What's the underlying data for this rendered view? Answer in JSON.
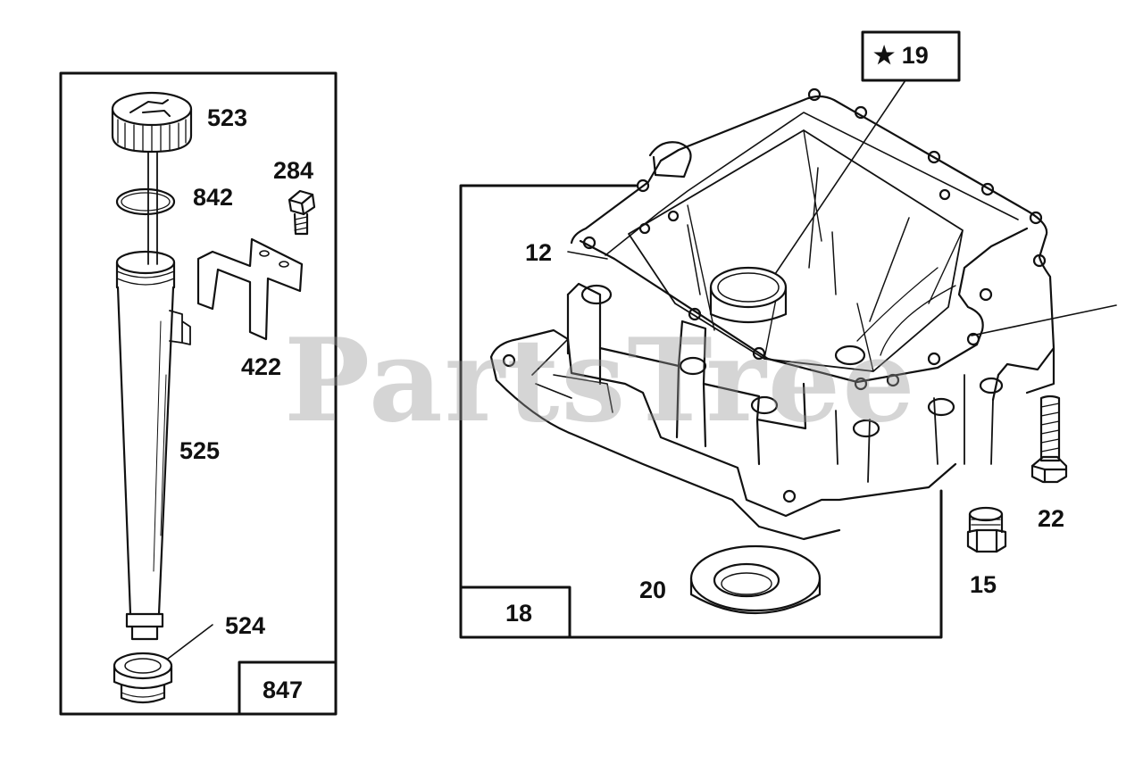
{
  "watermark": "PartsTree",
  "kits": {
    "left_kit": "847",
    "right_kit": "18",
    "starred_part": "19"
  },
  "parts": {
    "p523": "523",
    "p842": "842",
    "p284": "284",
    "p422": "422",
    "p525": "525",
    "p524": "524",
    "p12": "12",
    "p20": "20",
    "p15": "15",
    "p22": "22"
  },
  "icons": {
    "star": "★"
  }
}
